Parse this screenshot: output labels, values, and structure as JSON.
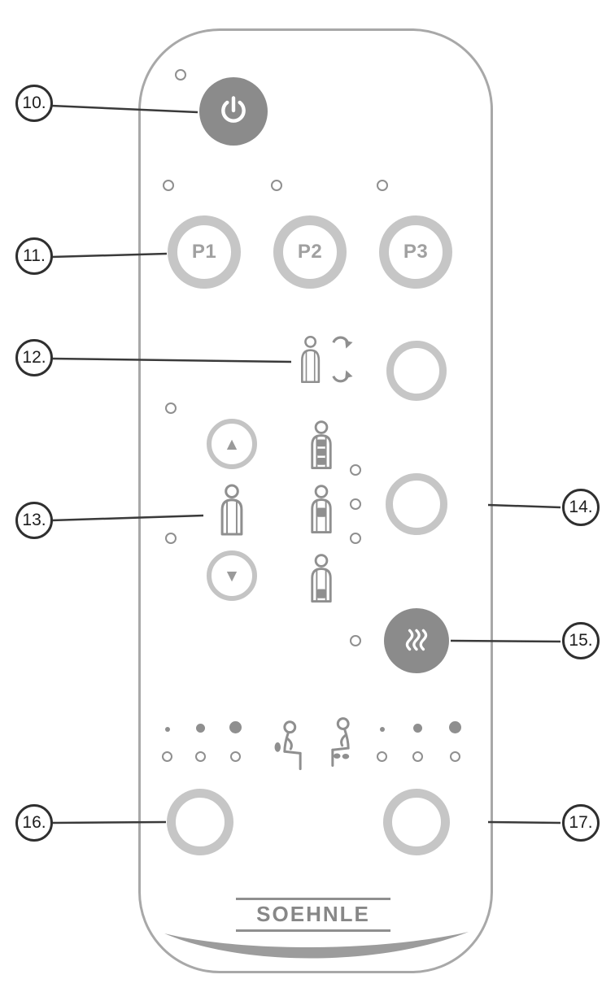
{
  "figure": {
    "kind": "remote-control-diagram",
    "brand_logo": "SOEHNLE"
  },
  "colors": {
    "remote_outline": "#a8a8a8",
    "button_ring": "#c6c6c6",
    "dark_button_fill": "#8b8b8b",
    "icon_stroke": "#8f8f8f",
    "callout_ink": "#2f2f2f",
    "background": "#ffffff"
  },
  "callouts": [
    {
      "label": "10."
    },
    {
      "label": "11."
    },
    {
      "label": "12."
    },
    {
      "label": "13."
    },
    {
      "label": "14."
    },
    {
      "label": "15."
    },
    {
      "label": "16."
    },
    {
      "label": "17."
    }
  ],
  "controls": {
    "power": {
      "icon": "power-icon"
    },
    "programs": [
      {
        "label": "P1"
      },
      {
        "label": "P2"
      },
      {
        "label": "P3"
      }
    ],
    "rotation": {
      "icon": "person-rotation-icon"
    },
    "height": {
      "person_icon": "person-outline-icon",
      "up_glyph": "▲",
      "down_glyph": "▼"
    },
    "zones": {
      "icons": [
        "person-full-back-icon",
        "person-upper-back-icon",
        "person-lower-back-icon"
      ]
    },
    "heat": {
      "icon": "heat-waves-icon"
    },
    "intensity_left": {
      "person_icon": "seated-person-back-massage-icon",
      "levels_icon": "intensity-dots-icon"
    },
    "intensity_right": {
      "person_icon": "seated-person-seat-massage-icon",
      "levels_icon": "intensity-dots-icon"
    }
  }
}
